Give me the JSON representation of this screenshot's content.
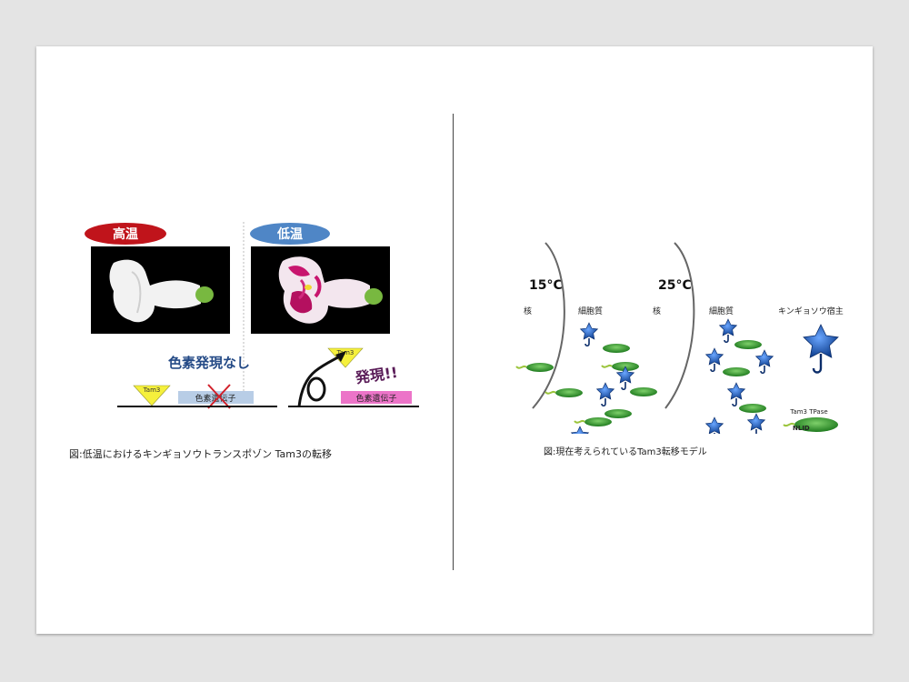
{
  "left_figure": {
    "label_high": "高温",
    "label_low": "低温",
    "no_expression": "色素発現なし",
    "expression": "発現!!",
    "tam3_tag": "Tam3",
    "gene_box": "色素遺伝子",
    "caption": "図:低温におけるキンギョソウトランスポゾン Tam3の転移"
  },
  "right_figure": {
    "temp_low": "15°C",
    "temp_high": "25°C",
    "nucleus": "核",
    "cytoplasm": "細胞質",
    "host_factor": "キンギョソウ宿主因子",
    "tpase": "Tam3 TPase",
    "nlid": "NLID",
    "caption": "図:現在考えられているTam3転移モデル"
  },
  "colors": {
    "high_badge": "#c0141b",
    "low_badge": "#4f86c6",
    "star_blue": "#1f5fb0",
    "tpase_green": "#2e9b2e",
    "tag_yellow": "#f5f03c",
    "gene_pink": "#ec74c8",
    "gene_blue": "#b8cde6",
    "cross_red": "#d2202a"
  }
}
